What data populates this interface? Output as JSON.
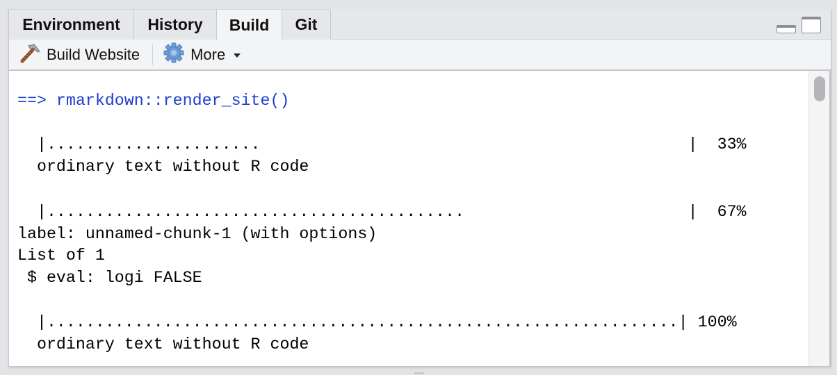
{
  "tabs": [
    {
      "label": "Environment",
      "active": false
    },
    {
      "label": "History",
      "active": false
    },
    {
      "label": "Build",
      "active": true
    },
    {
      "label": "Git",
      "active": false
    }
  ],
  "toolbar": {
    "build_website_label": "Build Website",
    "more_label": "More"
  },
  "console": {
    "command": "==> rmarkdown::render_site()",
    "lines": [
      "  |......................                                            |  33%",
      "  ordinary text without R code",
      "  |...........................................                       |  67%",
      "label: unnamed-chunk-1 (with options)",
      "List of 1",
      " $ eval: logi FALSE",
      "  |.................................................................| 100%",
      "  ordinary text without R code"
    ]
  },
  "colors": {
    "command_blue": "#1d3ed1",
    "tabbar_bg": "#e6e7ea",
    "active_tab_bg": "#f3f4f6"
  }
}
